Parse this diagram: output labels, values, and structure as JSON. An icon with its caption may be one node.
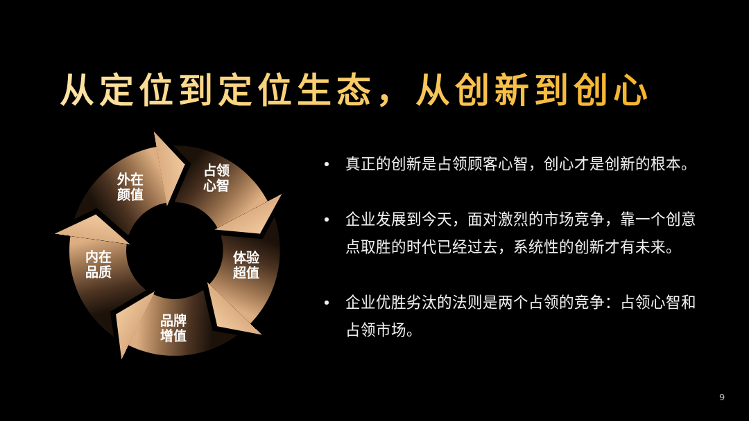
{
  "diagram": {
    "title": "从定位到定位生态，从创新到创心",
    "nodes": [
      {
        "text": [
          "外在颜值"
        ]
      },
      {
        "text": [
          "占领心智"
        ]
      },
      {
        "text": [
          "体验超值"
        ]
      },
      {
        "text": [
          "品牌增值"
        ]
      },
      {
        "text": [
          "内在品质"
        ]
      }
    ],
    "edges": [
      {
        "from": 0,
        "to": 1,
        "arrow": "to"
      },
      {
        "from": 1,
        "to": 2,
        "arrow": "to"
      },
      {
        "from": 2,
        "to": 3,
        "arrow": "to"
      },
      {
        "from": 3,
        "to": 4,
        "arrow": "to"
      },
      {
        "from": 4,
        "to": 0,
        "arrow": "to"
      }
    ],
    "labels": [
      "真正的创新是占领顾客心智，创心才是创新的根本。",
      "企业发展到今天，面对激烈的市场竞争，靠一个创意点取胜的时代已经过去，系统性的创新才有未来。",
      "企业优胜劣汰的法则是两个占领的竞争：占领心智和占领市场。",
      "9"
    ]
  }
}
